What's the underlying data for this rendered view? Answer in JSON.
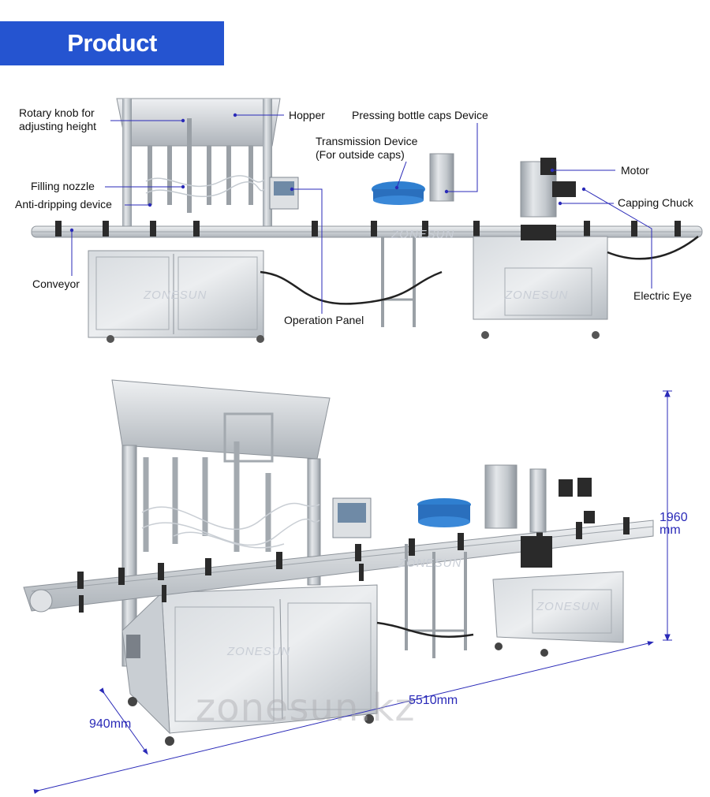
{
  "banner": {
    "title": "Product Information"
  },
  "top_diagram": {
    "labels": {
      "rotary_knob": "Rotary knob for\nadjusting height",
      "hopper": "Hopper",
      "pressing": "Pressing bottle caps Device",
      "transmission": "Transmission Device\n(For outside caps)",
      "motor": "Motor",
      "filling_nozzle": "Filling nozzle",
      "anti_dripping": "Anti-dripping device",
      "capping_chuck": "Capping Chuck",
      "conveyor": "Conveyor",
      "operation_panel": "Operation Panel",
      "electric_eye": "Electric Eye"
    },
    "watermarks": {
      "left": "ZONESUN",
      "mid": "ZONESUN",
      "right": "ZONESUN"
    }
  },
  "bottom_diagram": {
    "dimensions": {
      "height_value": "1960",
      "height_unit": "mm",
      "length": "5510mm",
      "width": "940mm"
    },
    "watermarks": {
      "a": "ZONESUN",
      "b": "ZONESUN",
      "c": "ZONESUN"
    },
    "site_watermark": "zonesun.kz"
  },
  "colors": {
    "banner": "#2554d0",
    "dimension_lines": "#2a2ab8",
    "feeder_bowl": "#2f7fd0"
  }
}
